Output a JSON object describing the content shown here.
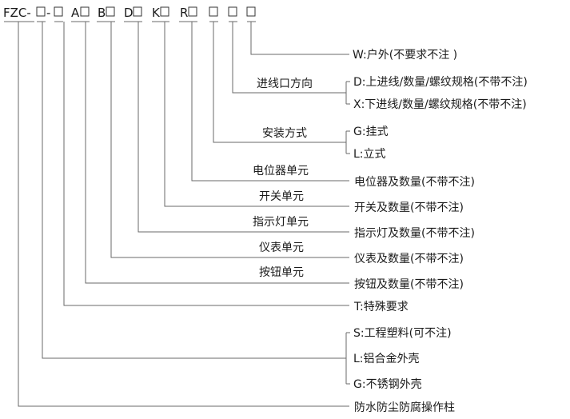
{
  "model_code": {
    "tokens": [
      "FZC-",
      "-",
      "A",
      "B",
      "D",
      "K",
      "R"
    ]
  },
  "branches": {
    "outdoor": "W:户外(不要求不注 )",
    "inlet_direction": {
      "label": "进线口方向",
      "options": [
        "D:上进线/数量/螺纹规格(不带不注)",
        "X:下进线/数量/螺纹规格(不带不注)"
      ]
    },
    "mounting": {
      "label": "安装方式",
      "options": [
        "G:挂式",
        "L:立式"
      ]
    },
    "units": [
      {
        "label": "电位器单元",
        "item": "电位器及数量(不带不注)"
      },
      {
        "label": "开关单元",
        "item": "开关及数量(不带不注)"
      },
      {
        "label": "指示灯单元",
        "item": "指示灯及数量(不带不注)"
      },
      {
        "label": "仪表单元",
        "item": "仪表及数量(不带不注)"
      },
      {
        "label": "按钮单元",
        "item": "按钮及数量(不带不注)"
      }
    ],
    "special": "T:特殊要求",
    "housing": {
      "options": [
        "S:工程塑料(可不注)",
        "L:铝合金外壳",
        "G:不锈钢外壳"
      ]
    },
    "product": "防水防尘防腐操作柱"
  }
}
